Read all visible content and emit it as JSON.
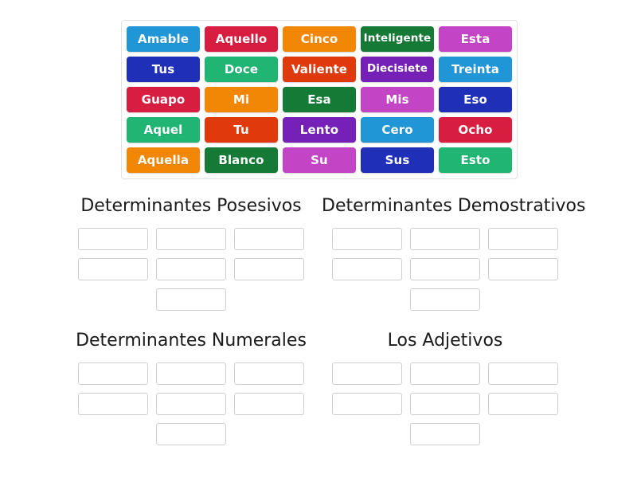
{
  "activity": {
    "type": "group-sort",
    "tile_bank_label": "word-tiles"
  },
  "tiles": [
    [
      {
        "label": "Amable",
        "color": "#2196d6"
      },
      {
        "label": "Aquello",
        "color": "#d81e40"
      },
      {
        "label": "Cinco",
        "color": "#f28705"
      },
      {
        "label": "Inteligente",
        "color": "#147a36"
      },
      {
        "label": "Esta",
        "color": "#c344c4"
      }
    ],
    [
      {
        "label": "Tus",
        "color": "#1f2fb8"
      },
      {
        "label": "Doce",
        "color": "#21b573"
      },
      {
        "label": "Valiente",
        "color": "#e03a0c"
      },
      {
        "label": "Diecisiete",
        "color": "#7521b8"
      },
      {
        "label": "Treinta",
        "color": "#2196d6"
      }
    ],
    [
      {
        "label": "Guapo",
        "color": "#d81e40"
      },
      {
        "label": "Mi",
        "color": "#f28705"
      },
      {
        "label": "Esa",
        "color": "#147a36"
      },
      {
        "label": "Mis",
        "color": "#c344c4"
      },
      {
        "label": "Eso",
        "color": "#1f2fb8"
      }
    ],
    [
      {
        "label": "Aquel",
        "color": "#21b573"
      },
      {
        "label": "Tu",
        "color": "#e03a0c"
      },
      {
        "label": "Lento",
        "color": "#7521b8"
      },
      {
        "label": "Cero",
        "color": "#2196d6"
      },
      {
        "label": "Ocho",
        "color": "#d81e40"
      }
    ],
    [
      {
        "label": "Aquella",
        "color": "#f28705"
      },
      {
        "label": "Blanco",
        "color": "#147a36"
      },
      {
        "label": "Su",
        "color": "#c344c4"
      },
      {
        "label": "Sus",
        "color": "#1f2fb8"
      },
      {
        "label": "Esto",
        "color": "#21b573"
      }
    ]
  ],
  "groups": [
    {
      "title": "Determinantes Posesivos",
      "slot_rows": [
        3,
        3,
        1
      ],
      "slots": [
        "",
        "",
        "",
        "",
        "",
        "",
        ""
      ]
    },
    {
      "title": "Determinantes Demostrativos",
      "slot_rows": [
        3,
        3,
        1
      ],
      "slots": [
        "",
        "",
        "",
        "",
        "",
        "",
        ""
      ]
    },
    {
      "title": "Determinantes Numerales",
      "slot_rows": [
        3,
        3,
        1
      ],
      "slots": [
        "",
        "",
        "",
        "",
        "",
        "",
        ""
      ]
    },
    {
      "title": "Los Adjetivos",
      "slot_rows": [
        3,
        3,
        1
      ],
      "slots": [
        "",
        "",
        "",
        "",
        "",
        "",
        ""
      ]
    }
  ],
  "colors": {
    "background": "#ffffff",
    "tile_bank_border": "#e2e2e2",
    "slot_border": "#cfcfcf",
    "title_text": "#1a1a1a",
    "tile_text": "#ffffff"
  }
}
